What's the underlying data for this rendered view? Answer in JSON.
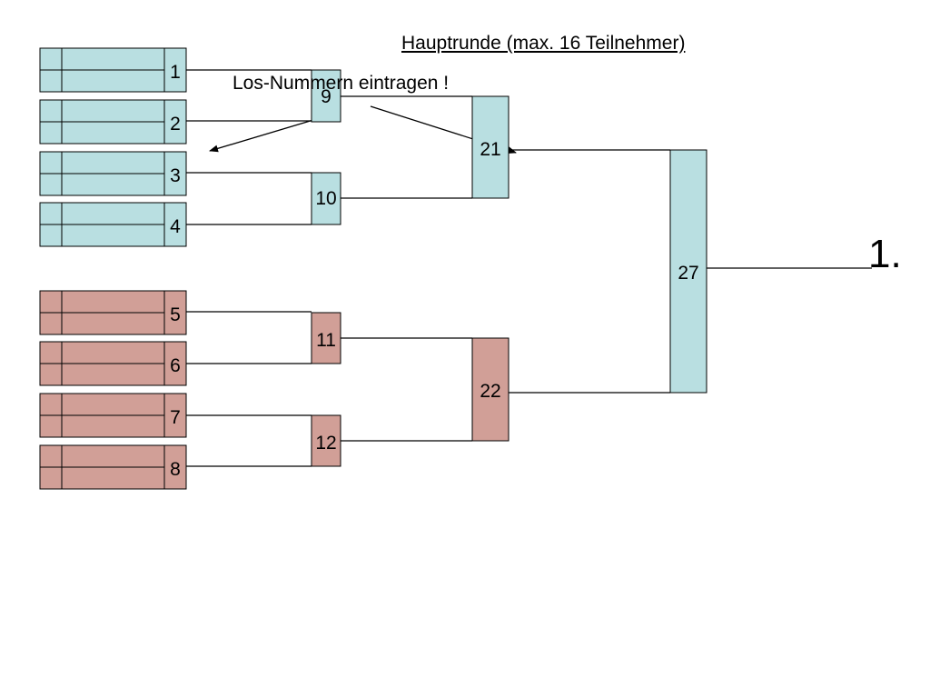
{
  "title": "Hauptrunde (max. 16 Teilnehmer)",
  "note": "Los-Nummern eintragen !",
  "champion_label": "1.",
  "colors": {
    "teal": "#b9dfe1",
    "rose": "#d19f97",
    "line": "#000000"
  },
  "entries": [
    {
      "num": "1",
      "group": "teal"
    },
    {
      "num": "2",
      "group": "teal"
    },
    {
      "num": "3",
      "group": "teal"
    },
    {
      "num": "4",
      "group": "teal"
    },
    {
      "num": "5",
      "group": "rose"
    },
    {
      "num": "6",
      "group": "rose"
    },
    {
      "num": "7",
      "group": "rose"
    },
    {
      "num": "8",
      "group": "rose"
    }
  ],
  "round2": [
    {
      "num": "9",
      "group": "teal"
    },
    {
      "num": "10",
      "group": "teal"
    },
    {
      "num": "11",
      "group": "rose"
    },
    {
      "num": "12",
      "group": "rose"
    }
  ],
  "round3": [
    {
      "num": "21",
      "group": "teal"
    },
    {
      "num": "22",
      "group": "rose"
    }
  ],
  "final": {
    "num": "27",
    "group": "teal"
  }
}
